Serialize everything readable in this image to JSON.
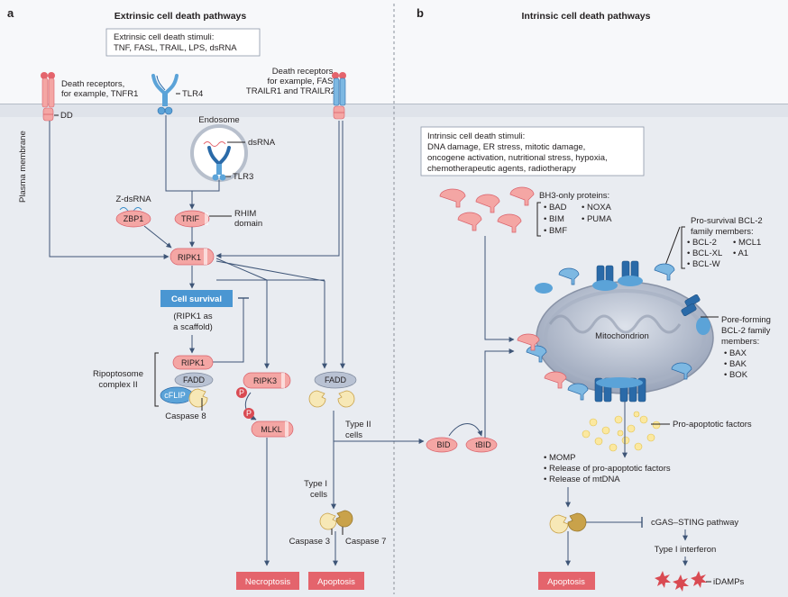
{
  "panels": {
    "a": {
      "letter": "a",
      "title": "Extrinsic cell death pathways",
      "stimuli": [
        "Extrinsic cell death stimuli:",
        "TNF, FASL, TRAIL, LPS, dsRNA"
      ],
      "plasma_membrane": "Plasma membrane",
      "death_receptors_left": [
        "Death receptors,",
        "for example, TNFR1"
      ],
      "death_receptors_right": [
        "Death receptors,",
        "for example, FAS,",
        "TRAILR1 and TRAILR2"
      ],
      "dd": "DD",
      "tlr4": "TLR4",
      "endosome": "Endosome",
      "dsrna": "dsRNA",
      "tlr3": "TLR3",
      "z_dsrna": "Z-dsRNA",
      "zbp1": "ZBP1",
      "trif": "TRIF",
      "rhim": [
        "RHIM",
        "domain"
      ],
      "ripk1": "RIPK1",
      "cell_survival": "Cell survival",
      "scaffold": [
        "(RIPK1 as",
        "a scaffold)"
      ],
      "ripoptosome": [
        "Ripoptosome",
        "complex II"
      ],
      "ripk1_complex": "RIPK1",
      "fadd_complex": "FADD",
      "cflip": "cFLIP",
      "cflip_sub": "L",
      "caspase8": "Caspase 8",
      "ripk3": "RIPK3",
      "p": "P",
      "mlkl": "MLKL",
      "fadd": "FADD",
      "type2": [
        "Type II",
        "cells"
      ],
      "type1": [
        "Type I",
        "cells"
      ],
      "caspase3": "Caspase 3",
      "caspase7": "Caspase 7",
      "necroptosis": "Necroptosis",
      "apoptosis": "Apoptosis"
    },
    "b": {
      "letter": "b",
      "title": "Intrinsic cell death pathways",
      "stimuli": [
        "Intrinsic cell death stimuli:",
        "DNA damage, ER stress, mitotic damage,",
        "oncogene activation, nutritional stress, hypoxia,",
        "chemotherapeutic agents, radiotherapy"
      ],
      "bh3_title": "BH3-only proteins:",
      "bh3_col1": [
        "BAD",
        "BIM",
        "BMF"
      ],
      "bh3_col2": [
        "NOXA",
        "PUMA"
      ],
      "prosurvival_title": [
        "Pro-survival BCL-2",
        "family members:"
      ],
      "prosurvival_col1": [
        "BCL-2",
        "BCL-XL",
        "BCL-W"
      ],
      "prosurvival_col2": [
        "MCL1",
        "A1"
      ],
      "pore_title": [
        "Pore-forming",
        "BCL-2 family",
        "members:"
      ],
      "pore_list": [
        "BAX",
        "BAK",
        "BOK"
      ],
      "mitochondrion": "Mitochondrion",
      "pro_apoptotic": "Pro-apoptotic factors",
      "bid": "BID",
      "tbid": "tBID",
      "momp": [
        "MOMP",
        "Release of pro-apoptotic factors",
        "Release of mtDNA"
      ],
      "cgas": "cGAS–STING pathway",
      "ifn": "Type I interferon",
      "idamps": "iDAMPs",
      "apoptosis": "Apoptosis"
    }
  },
  "colors": {
    "membrane": "#e4e7ec",
    "pink": "#f4a6a4",
    "pink_light": "#f9c9c6",
    "pink_stroke": "#d9606a",
    "blue_receptor": "#5ba3d8",
    "blue_dark": "#2a6aa8",
    "cell_survival": "#4a96d2",
    "outcome": "#e4646c",
    "line": "#3e5577",
    "mito": "#b9c2d3",
    "caspase": "#c9a24a",
    "caspase_light": "#f7e8b6"
  }
}
